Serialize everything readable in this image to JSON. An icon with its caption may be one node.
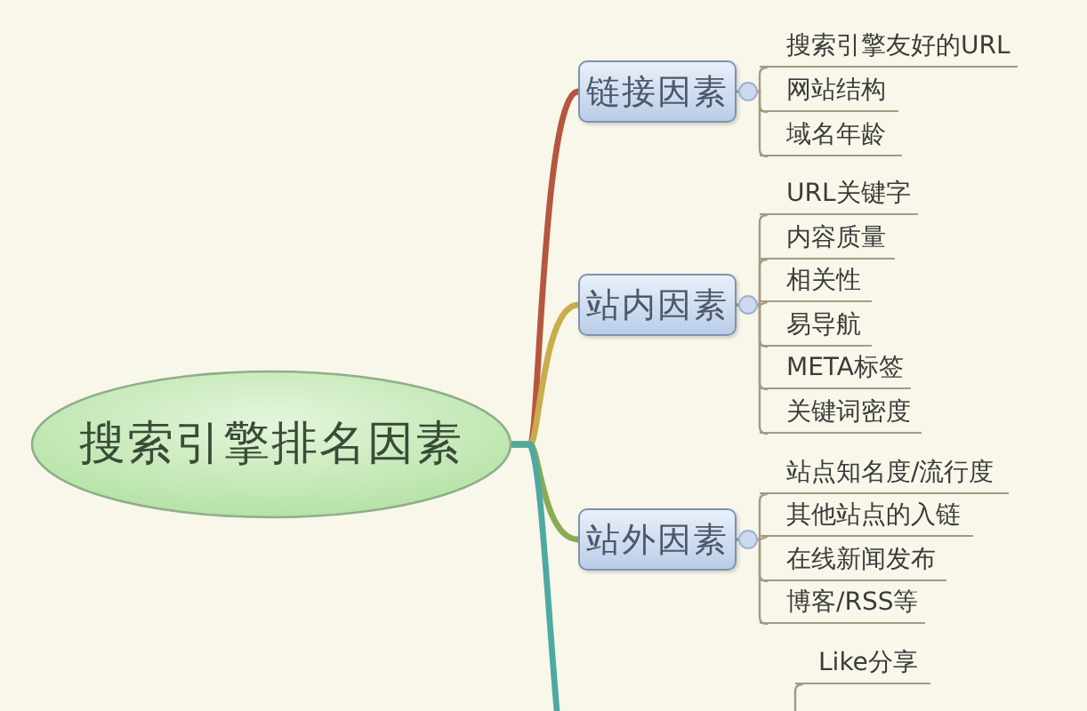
{
  "diagram": {
    "nodes": [
      {
        "text": [
          "搜索引擎排名因素"
        ]
      },
      {
        "text": [
          "链接因素"
        ]
      },
      {
        "text": [
          "搜索引擎友好的URL"
        ]
      },
      {
        "text": [
          "网站结构"
        ]
      },
      {
        "text": [
          "域名年龄"
        ]
      },
      {
        "text": [
          "站内因素"
        ]
      },
      {
        "text": [
          "URL关键字"
        ]
      },
      {
        "text": [
          "内容质量"
        ]
      },
      {
        "text": [
          "相关性"
        ]
      },
      {
        "text": [
          "易导航"
        ]
      },
      {
        "text": [
          "META标签"
        ]
      },
      {
        "text": [
          "关键词密度"
        ]
      },
      {
        "text": [
          "站外因素"
        ]
      },
      {
        "text": [
          "站点知名度/流行度"
        ]
      },
      {
        "text": [
          "其他站点的入链"
        ]
      },
      {
        "text": [
          "在线新闻发布"
        ]
      },
      {
        "text": [
          "博客/RSS等"
        ]
      },
      {
        "text": [
          "Like分享"
        ]
      }
    ],
    "edges": [
      {
        "from": 0,
        "to": 1,
        "arrow": "none",
        "style": "thick",
        "color": "#b5573f"
      },
      {
        "from": 0,
        "to": 5,
        "arrow": "none",
        "style": "thick",
        "color": "#c9ad4c"
      },
      {
        "from": 0,
        "to": 12,
        "arrow": "none",
        "style": "thick",
        "color": "#88ab55"
      },
      {
        "from": 0,
        "to": null,
        "arrow": "none",
        "style": "thick",
        "color": "#4ea9a2"
      },
      {
        "from": 1,
        "to": 2,
        "arrow": "none"
      },
      {
        "from": 1,
        "to": 3,
        "arrow": "none"
      },
      {
        "from": 1,
        "to": 4,
        "arrow": "none"
      },
      {
        "from": 5,
        "to": 6,
        "arrow": "none"
      },
      {
        "from": 5,
        "to": 7,
        "arrow": "none"
      },
      {
        "from": 5,
        "to": 8,
        "arrow": "none"
      },
      {
        "from": 5,
        "to": 9,
        "arrow": "none"
      },
      {
        "from": 5,
        "to": 10,
        "arrow": "none"
      },
      {
        "from": 5,
        "to": 11,
        "arrow": "none"
      },
      {
        "from": 12,
        "to": 13,
        "arrow": "none"
      },
      {
        "from": 12,
        "to": 14,
        "arrow": "none"
      },
      {
        "from": 12,
        "to": 15,
        "arrow": "none"
      },
      {
        "from": 12,
        "to": 16,
        "arrow": "none"
      },
      {
        "from": null,
        "to": 17,
        "arrow": "none"
      }
    ]
  }
}
